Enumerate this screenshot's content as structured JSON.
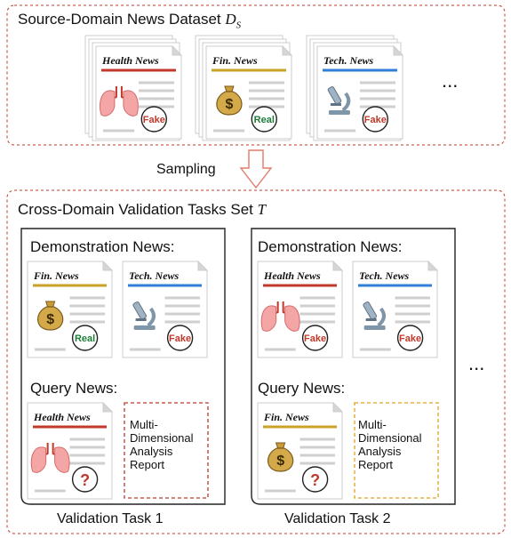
{
  "source": {
    "title": "Source-Domain News Dataset ",
    "symbol": "D",
    "subscript": "S",
    "ellipsis": "...",
    "stacks": [
      {
        "header": "Health News",
        "bar_color": "#c0392b",
        "icon": "lungs-icon",
        "label": "Fake",
        "label_color": "#c0392b"
      },
      {
        "header": "Fin. News",
        "bar_color": "#c9a227",
        "icon": "money-bag-icon",
        "label": "Real",
        "label_color": "#1e7d3a"
      },
      {
        "header": "Tech. News",
        "bar_color": "#2f7fd8",
        "icon": "microscope-icon",
        "label": "Fake",
        "label_color": "#c0392b"
      }
    ]
  },
  "arrow": {
    "label": "Sampling"
  },
  "tasks_set": {
    "title": "Cross-Domain Validation Tasks Set ",
    "symbol": "T",
    "ellipsis": "...",
    "tasks": [
      {
        "name": "Validation Task 1",
        "demo_title": "Demonstration News:",
        "query_title": "Query News:",
        "demos": [
          {
            "header": "Fin. News",
            "bar_color": "#c9a227",
            "icon": "money-bag-icon",
            "label": "Real",
            "label_color": "#1e7d3a"
          },
          {
            "header": "Tech. News",
            "bar_color": "#2f7fd8",
            "icon": "microscope-icon",
            "label": "Fake",
            "label_color": "#c0392b"
          }
        ],
        "query": {
          "header": "Health News",
          "bar_color": "#c0392b",
          "icon": "lungs-icon",
          "label": "?",
          "label_color": "#c0392b"
        },
        "report": {
          "text": "Multi-Dimensional Analysis Report",
          "border_color": "#c0392b"
        }
      },
      {
        "name": "Validation Task 2",
        "demo_title": "Demonstration News:",
        "query_title": "Query News:",
        "demos": [
          {
            "header": "Health News",
            "bar_color": "#c0392b",
            "icon": "lungs-icon",
            "label": "Fake",
            "label_color": "#c0392b"
          },
          {
            "header": "Tech. News",
            "bar_color": "#2f7fd8",
            "icon": "microscope-icon",
            "label": "Fake",
            "label_color": "#c0392b"
          }
        ],
        "query": {
          "header": "Fin. News",
          "bar_color": "#c9a227",
          "icon": "money-bag-icon",
          "label": "?",
          "label_color": "#c0392b"
        },
        "report": {
          "text": "Multi-Dimensional Analysis Report",
          "border_color": "#e0a020"
        }
      }
    ]
  },
  "colors": {
    "dashed_frame": "#c0392b",
    "arrow": "#e07a6a",
    "card_border": "#cccccc",
    "text_line": "#cfcfcf"
  }
}
